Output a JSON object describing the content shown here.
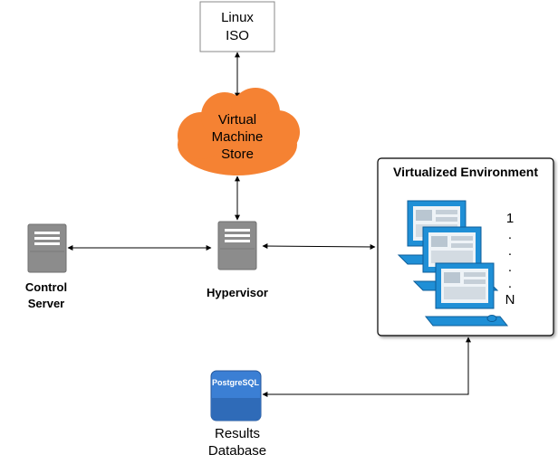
{
  "nodes": {
    "linux_iso": {
      "line1": "Linux",
      "line2": "ISO"
    },
    "vm_store": {
      "line1": "Virtual",
      "line2": "Machine",
      "line3": "Store",
      "color": "#f58233"
    },
    "control_server": {
      "line1": "Control",
      "line2": "Server",
      "color": "#8c8c8c"
    },
    "hypervisor": {
      "label": "Hypervisor",
      "color": "#8c8c8c"
    },
    "virtualized_env": {
      "title": "Virtualized Environment",
      "index_first": "1",
      "dots": [
        ".",
        ".",
        ".",
        "."
      ],
      "index_last": "N"
    },
    "results_db": {
      "badge": "PostgreSQL",
      "line1": "Results",
      "line2": "Database",
      "color": "#3b7fd4"
    }
  },
  "colors": {
    "line": "#000000",
    "box_border": "#888888",
    "workstation": "#1f8fd6"
  }
}
